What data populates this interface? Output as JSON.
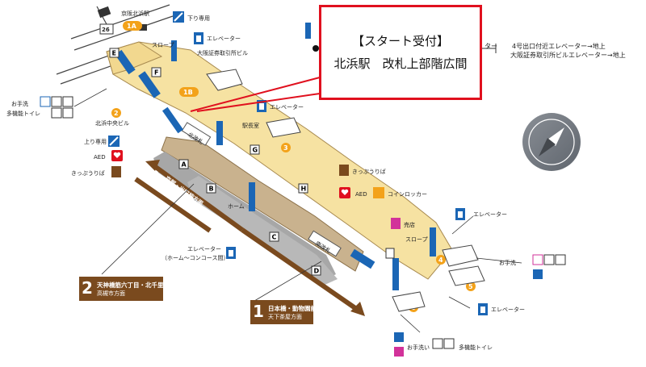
{
  "callout": {
    "line1": "【スタート受付】",
    "line2": "北浜駅　改札上部階広間"
  },
  "route": {
    "prefix": "ター",
    "line1": "4号出口付近エレベーター→地上",
    "line2": "大阪証券取引所ビルエレベーター→地上"
  },
  "exits": {
    "e1a": "1A",
    "e1b": "1B",
    "e2": "2",
    "e3": "3",
    "e4": "4",
    "e5": "5",
    "e6": "6",
    "e26": "26"
  },
  "gates": [
    "A",
    "B",
    "C",
    "D",
    "E",
    "F",
    "G",
    "H"
  ],
  "labels": {
    "keihan_kitahama": "京阪北浜駅",
    "down_only": "下り専用",
    "up_only": "上り専用",
    "slope": "スロープ",
    "slope2": "スロープ",
    "elevator_top": "エレベーター",
    "elevator_mid": "エレベーター",
    "elevator_right": "エレベーター",
    "elevator_bottom_right": "エレベーター",
    "elevator_home": "エレベーター",
    "elevator_home_sub": "（ホーム〜コンコース間）",
    "osaka_bldg": "大阪証券取引所ビル",
    "kitahama_chuo": "北浜中央ビル",
    "station_office": "駅長室",
    "ticket1": "きっぷうりば",
    "ticket2": "きっぷうりば",
    "aed1": "AED",
    "aed2": "AED",
    "coin_locker": "コインロッカー",
    "kiosk": "売店",
    "toilet_left_1": "お手洗",
    "toilet_left_2": "多機能トイレ",
    "toilet_right": "お手洗",
    "toilet_bottom": "お手洗い",
    "toilet_bottom_multi": "多機能トイレ",
    "home": "ホーム",
    "north_gate": "北改札",
    "south_gate": "南改札",
    "dir_upper": "京都・出町柳方面",
    "dir_lower": "淀屋橋方面"
  },
  "legend": {
    "l2_num": "2",
    "l2_t1": "天神橋筋六丁目・北千里",
    "l2_t2": "高槻市方面",
    "l1_num": "1",
    "l1_t1": "日本橋・動物園前",
    "l1_t2": "天下茶屋方面"
  },
  "colors": {
    "concourse": "#f6e2a2",
    "platform": "#c9b28e",
    "track": "#9c9c9c",
    "brown": "#7a4a1e",
    "blue": "#1b66b5",
    "orange": "#f3a21a",
    "callout_border": "#e0101e"
  },
  "icons": [
    "compass-icon",
    "elevator-icon",
    "escalator-icon",
    "toilet-icon",
    "aed-icon",
    "ticket-icon",
    "locker-icon",
    "kiosk-icon"
  ]
}
